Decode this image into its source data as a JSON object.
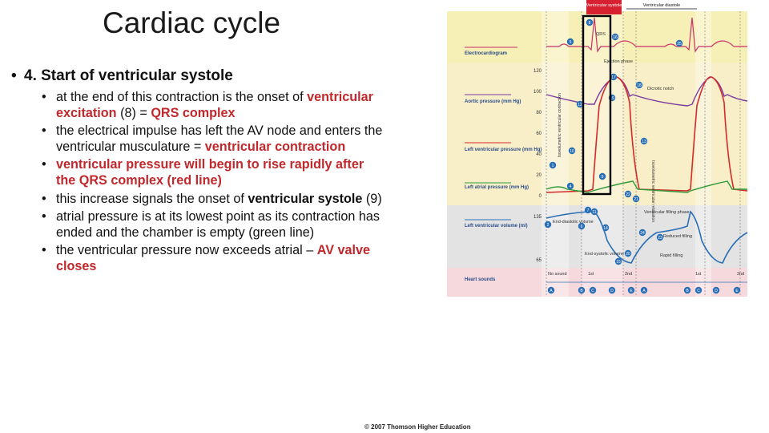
{
  "slide": {
    "title": "Cardiac cycle",
    "heading": "4. Start of ventricular systole",
    "bullets": [
      {
        "parts": [
          {
            "t": "at the end of this contraction is the onset of ",
            "hl": false
          },
          {
            "t": "ventricular excitation",
            "hl": true
          },
          {
            "t": " (8) = ",
            "hl": false
          },
          {
            "t": "QRS complex",
            "hl": true
          }
        ]
      },
      {
        "parts": [
          {
            "t": "the electrical impulse has left the AV node and enters the ventricular musculature = ",
            "hl": false
          },
          {
            "t": "ventricular contraction",
            "hl": true
          }
        ]
      },
      {
        "parts": [
          {
            "t": "ventricular pressure will begin to rise rapidly after the QRS complex (red line)",
            "hl": true
          }
        ]
      },
      {
        "parts": [
          {
            "t": "this increase signals the onset of ",
            "hl": false
          },
          {
            "t": "ventricular systole",
            "hl": "bold"
          },
          {
            "t": " (9)",
            "hl": false
          }
        ]
      },
      {
        "parts": [
          {
            "t": "atrial pressure is at its lowest point as its contraction has ended and the chamber is empty (green line)",
            "hl": false
          }
        ]
      },
      {
        "parts": [
          {
            "t": "the ventricular pressure now exceeds atrial – ",
            "hl": false
          },
          {
            "t": "AV valve closes",
            "hl": true
          }
        ]
      }
    ],
    "copyright": "© 2007 Thomson Higher Education"
  },
  "diagram": {
    "top_labels": {
      "systole": "Ventricular systole",
      "diastole": "Ventricular diastole"
    },
    "row_labels": {
      "ecg": "Electrocardiogram",
      "aortic": "Aortic pressure (mm Hg)",
      "lv_pressure": "Left ventricular pressure (mm Hg)",
      "la_pressure": "Left atrial pressure (mm Hg)",
      "lv_volume": "Left ventricular volume (ml)",
      "heart_sounds": "Heart sounds"
    },
    "pressure_ticks": [
      "120",
      "100",
      "80",
      "60",
      "40",
      "20",
      "0"
    ],
    "volume_ticks": [
      "135",
      "65"
    ],
    "annotations": {
      "qrs": "QRS",
      "ejection": "Ejection phase",
      "dicrotic": "Dicrotic notch",
      "isovol_contraction": "Isovolumetric ventricular contraction",
      "isovol_relaxation": "Isovolumetric ventricular relaxation",
      "end_diastolic": "End-diastolic volume",
      "end_systolic": "End-systolic volume",
      "filling": "Ventricular filling phase",
      "reduced": "Reduced filling",
      "rapid": "Rapid filling",
      "no_sound": "No sound",
      "s1": "1st",
      "s2": "2nd"
    },
    "valve_letters": [
      "A",
      "B",
      "C",
      "D",
      "E",
      "A",
      "B",
      "C",
      "D",
      "E"
    ],
    "markers": [
      "8",
      "16",
      "5",
      "25",
      "17",
      "18",
      "12",
      "19",
      "13",
      "10",
      "1",
      "4",
      "9",
      "22",
      "7",
      "11",
      "2",
      "6",
      "14",
      "21",
      "20",
      "23",
      "24",
      "15"
    ],
    "colors": {
      "ecg": "#c8306a",
      "aortic": "#7c3aa0",
      "lv": "#d42a2a",
      "la": "#2f9a3a",
      "volume": "#2a6fb5",
      "marker": "#2a6fb5",
      "highlight": "#000000"
    }
  }
}
